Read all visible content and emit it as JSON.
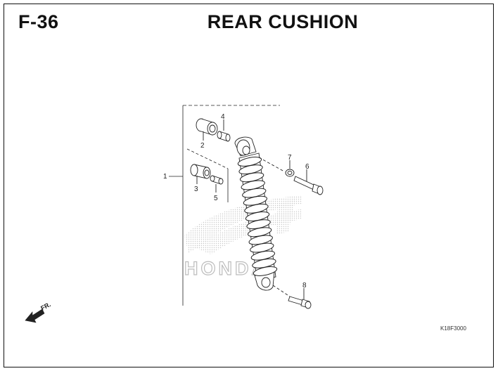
{
  "header": {
    "page_code": "F-36",
    "title": "REAR CUSHION"
  },
  "figure": {
    "code": "K18F3000",
    "watermark_brand": "HONDA",
    "direction_label": "FR.",
    "callouts": [
      "1",
      "2",
      "3",
      "4",
      "5",
      "6",
      "7",
      "8"
    ]
  },
  "colors": {
    "line": "#222222",
    "watermark": "#cfcfcf",
    "background": "#ffffff"
  }
}
